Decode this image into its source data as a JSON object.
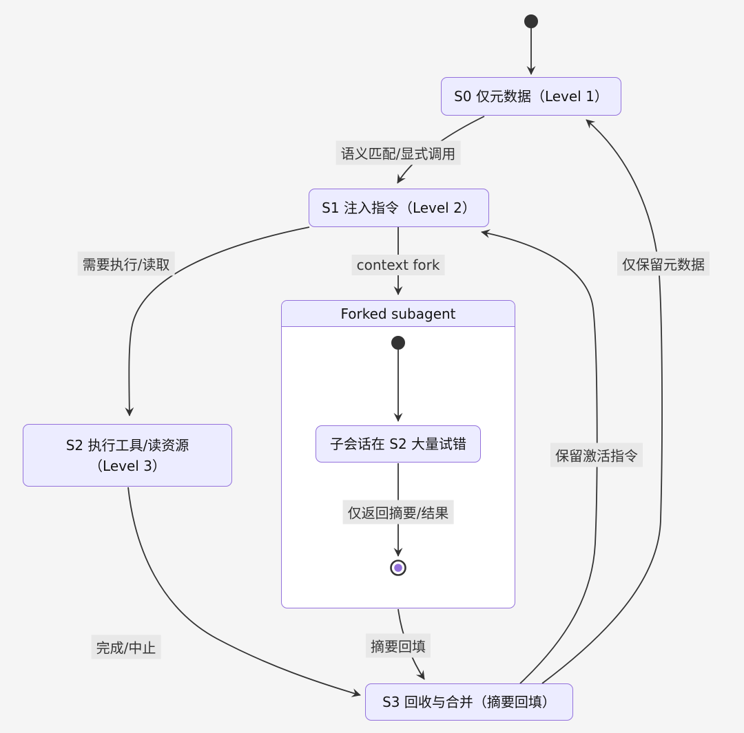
{
  "diagram": {
    "type": "state-diagram",
    "nodes": {
      "s0": {
        "label": "S0 仅元数据（Level 1）"
      },
      "s1": {
        "label": "S1 注入指令（Level 2）"
      },
      "s2": {
        "label_line1": "S2 执行工具/读资源",
        "label_line2": "（Level 3）"
      },
      "s3": {
        "label": "S3 回收与合并（摘要回填）"
      },
      "forked_subagent": {
        "title": "Forked subagent",
        "inner_node": {
          "label": "子会话在 S2 大量试错"
        }
      }
    },
    "edges": {
      "s0_to_s1": {
        "label": "语义匹配/显式调用"
      },
      "s1_to_s2": {
        "label": "需要执行/读取"
      },
      "s1_to_fork": {
        "label": "context fork"
      },
      "inner_to_end": {
        "label": "仅返回摘要/结果"
      },
      "fork_to_s3": {
        "label": "摘要回填"
      },
      "s2_to_s3": {
        "label": "完成/中止"
      },
      "s3_to_s1": {
        "label": "保留激活指令"
      },
      "s3_to_s0": {
        "label": "仅保留元数据"
      }
    },
    "colors": {
      "background": "#f5f5f5",
      "node_fill": "#ECECFF",
      "node_border": "#9370DB",
      "edge_stroke": "#333333",
      "edge_label_bg": "#e8e8e8",
      "text": "#131313",
      "end_state_inner": "#9370DB"
    }
  }
}
